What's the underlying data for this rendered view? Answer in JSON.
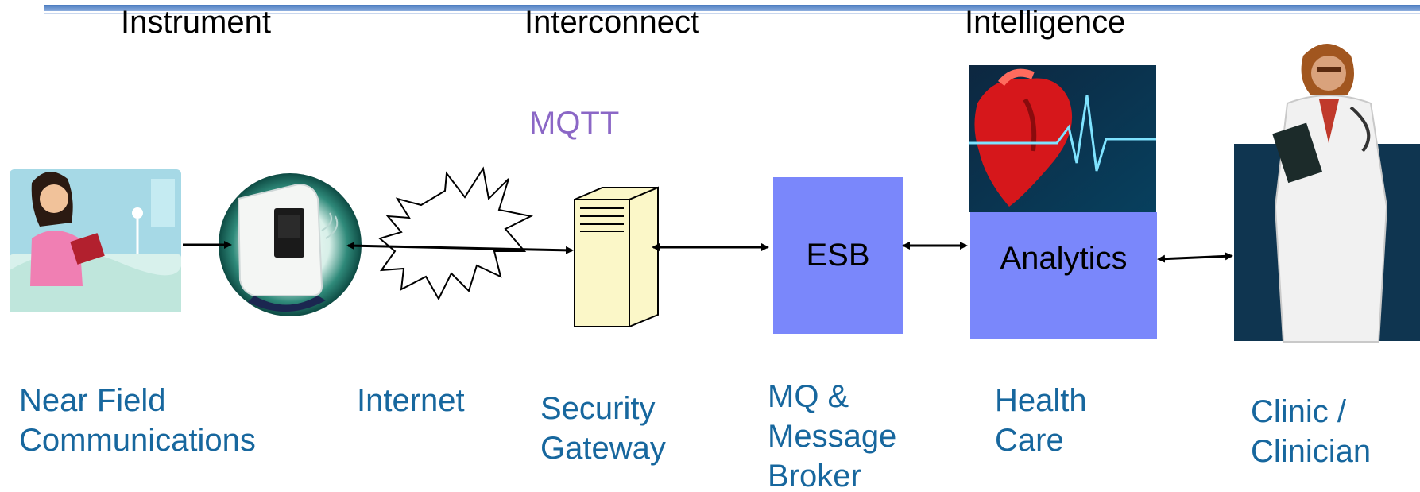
{
  "headers": {
    "instrument": "Instrument",
    "interconnect": "Interconnect",
    "intelligence": "Intelligence"
  },
  "protocol_label": "MQTT",
  "boxes": {
    "esb": "ESB",
    "analytics": "Analytics"
  },
  "labels": {
    "nfc": [
      "Near Field",
      "Communications"
    ],
    "internet": [
      "Internet"
    ],
    "gateway": [
      "Security",
      "Gateway"
    ],
    "broker": [
      "MQ &",
      "Message",
      "Broker"
    ],
    "health": [
      "Health",
      "Care"
    ],
    "clinic": [
      "Clinic /",
      "Clinician"
    ]
  },
  "colors": {
    "label_blue": "#17679e",
    "mqtt_purple": "#8b67c6",
    "box_blue": "#7a87fb",
    "clinic_navy": "#0f3550"
  }
}
